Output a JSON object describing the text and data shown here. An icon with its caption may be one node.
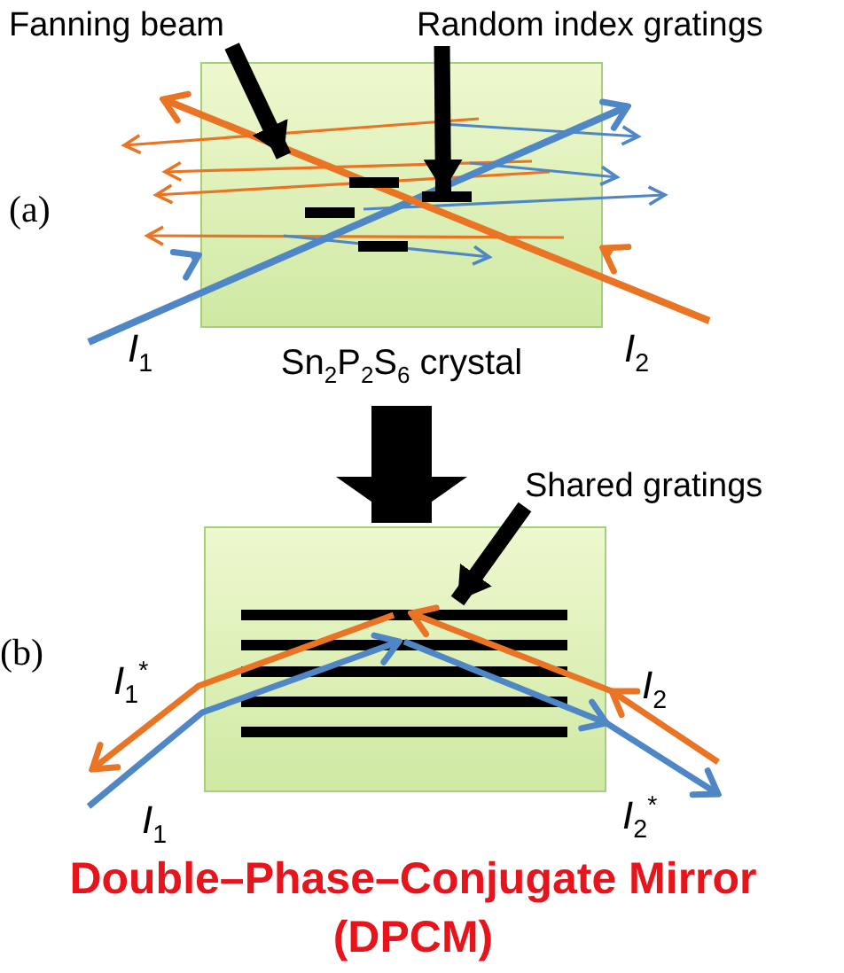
{
  "diagram": {
    "caption": "Double–Phase–Conjugate Mirror (DPCM)",
    "nodes": [
      {
        "text": [
          "Fanning beam"
        ]
      },
      {
        "text": [
          "Random index gratings"
        ]
      },
      {
        "text": [
          "Sn$_{2}$P$_{2}$S$_{6}$ crystal"
        ]
      },
      {
        "text": [
          "Shared gratings"
        ]
      },
      {
        "text": [],
        "shape": "box"
      }
    ],
    "edges": [
      {
        "from": 0,
        "to": 2,
        "arrow": "to"
      },
      {
        "from": 1,
        "to": 2,
        "arrow": "to"
      },
      {
        "from": 2,
        "to": 4,
        "arrow": "to",
        "style": "thick"
      },
      {
        "from": 3,
        "to": 4,
        "arrow": "to"
      }
    ],
    "labels": [
      "(a)",
      "*I*$_{1}$",
      "*I*$_{2}$",
      "(b)",
      "*I*$_{1}$$^{*}$",
      "*I*$_{2}$",
      "*I*$_{1}$",
      "*I*$_{2}$$^{*}$"
    ]
  }
}
